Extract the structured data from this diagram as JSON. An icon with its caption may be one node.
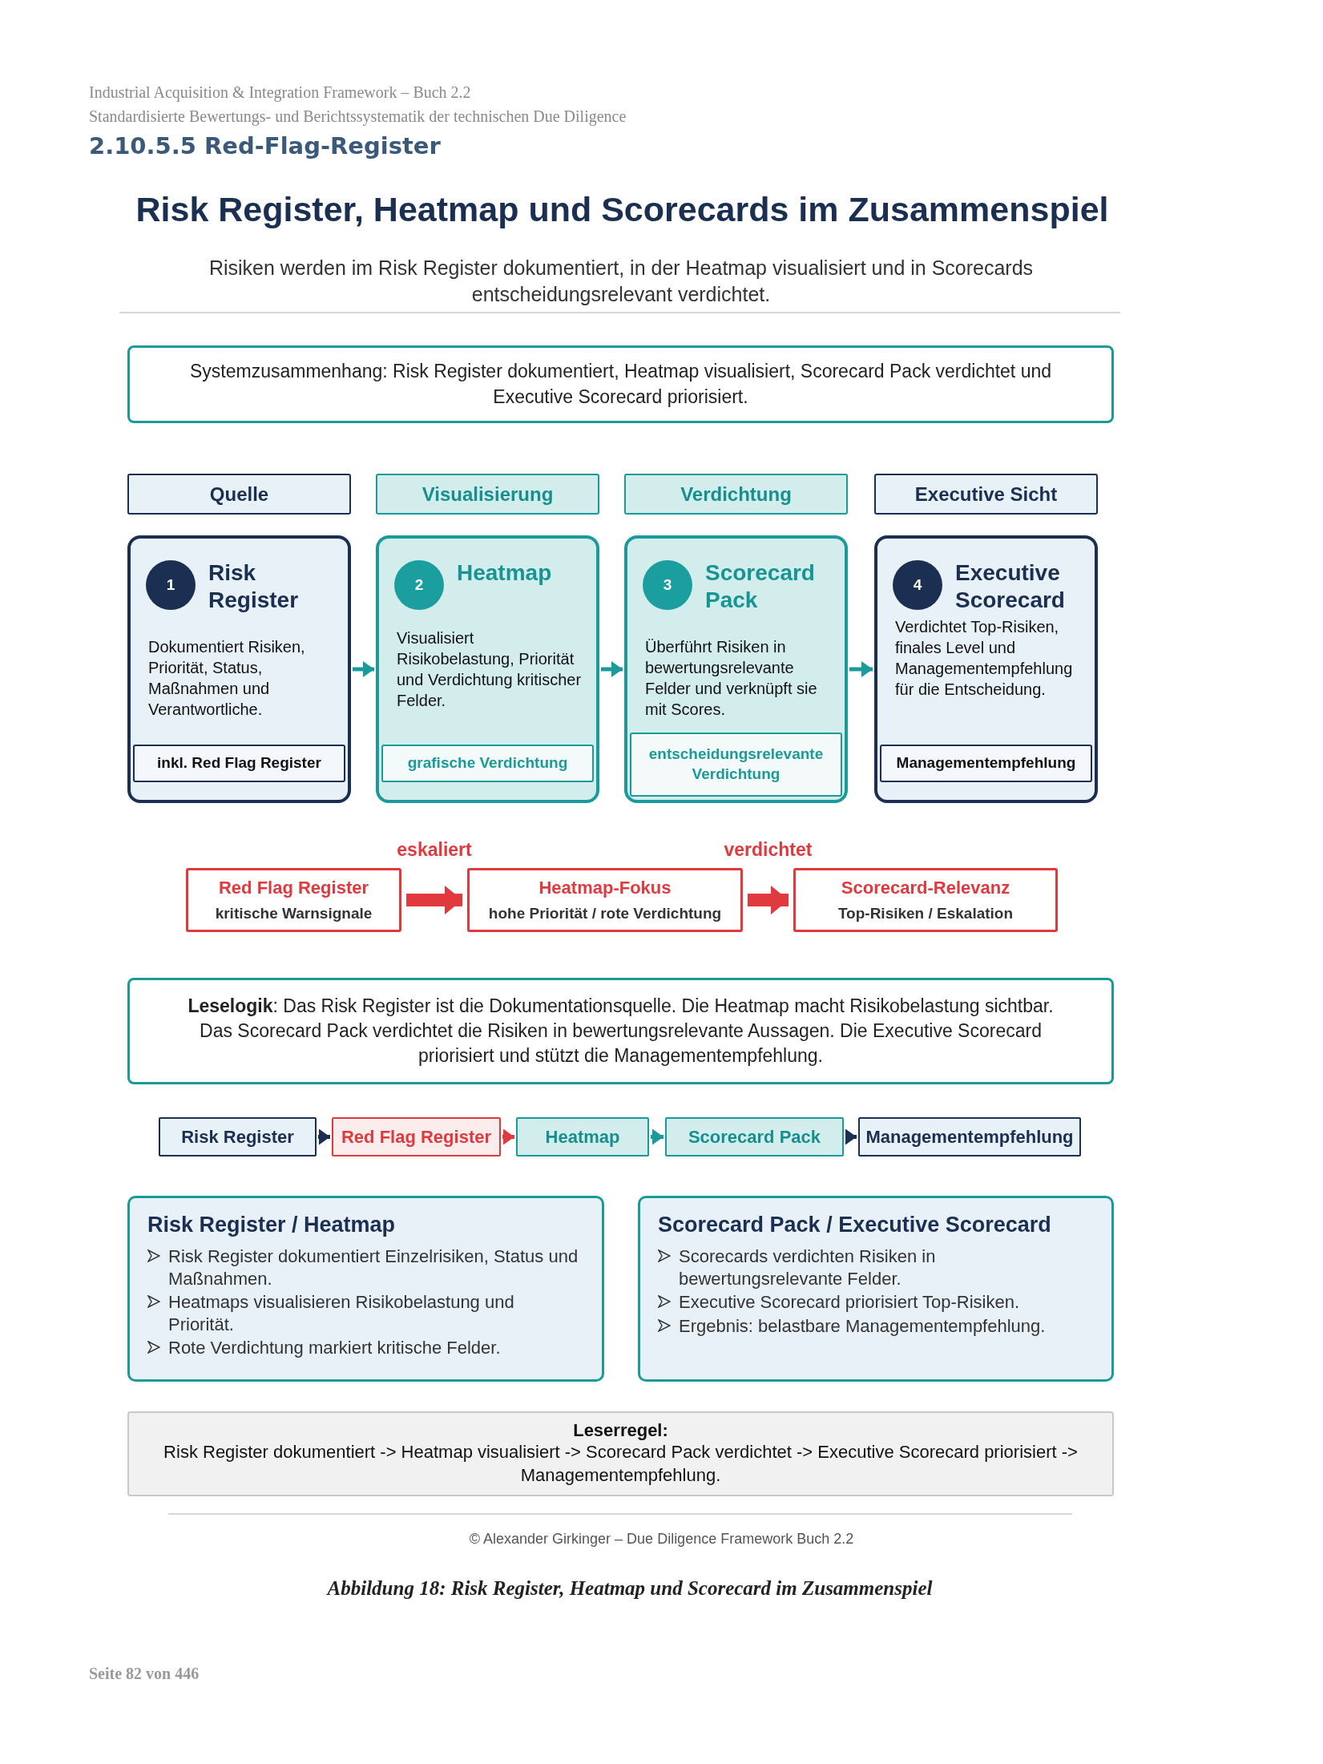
{
  "diagram": {
    "title": "Risk Register, Heatmap und Scorecards im Zusammenspiel",
    "caption": "Abbildung 18: Risk Register, Heatmap und Scorecard im Zusammenspiel",
    "nodes": [
      {
        "text": [
          "Systemzusammenhang: Risk Register dokumentiert,  Heatmap visualisiert, Scorecard Pack verdichtet und Executive Scorecard priorisiert."
        ]
      },
      {
        "text": [
          "Quelle"
        ]
      },
      {
        "text": [
          "Visualisierung"
        ]
      },
      {
        "text": [
          "Verdichtung"
        ]
      },
      {
        "text": [
          "Executive Sicht"
        ]
      },
      {
        "text": [
          "Risk Register",
          "Dokumentiert Risiken, Priorität, Status, Maßnahmen und Verantwortliche."
        ]
      },
      {
        "text": [
          "1"
        ],
        "in": 5
      },
      {
        "text": [
          "inkl. Red Flag Register"
        ],
        "in": 5
      },
      {
        "text": [
          "Heatmap",
          "Visualisiert Risikobelastung, Priorität und Verdichtung kritischer Felder."
        ]
      },
      {
        "text": [
          "2"
        ],
        "in": 8
      },
      {
        "text": [
          "grafische Verdichtung"
        ],
        "in": 8
      },
      {
        "text": [
          "Scorecard Pack",
          "Überführt Risiken in bewertungsrelevante Felder und verknüpft sie mit Scores."
        ]
      },
      {
        "text": [
          "3"
        ],
        "in": 11
      },
      {
        "text": [
          "entscheidungsrelevante Verdichtung"
        ],
        "in": 11
      },
      {
        "text": [
          "Executive Scorecard",
          "Verdichtet Top-Risiken, finales Level und Managementempfehlung für die Entscheidung."
        ]
      },
      {
        "text": [
          "4"
        ],
        "in": 14
      },
      {
        "text": [
          "Managementempfehlung"
        ],
        "in": 14
      },
      {
        "text": [
          "Red Flag Register",
          "kritische Warnsignale"
        ]
      },
      {
        "text": [
          "Heatmap-Fokus",
          "hohe Priorität / rote Verdichtung"
        ]
      },
      {
        "text": [
          "Scorecard-Relevanz",
          "Top-Risiken / Eskalation"
        ]
      },
      {
        "text": [
          "**Leselogik**: Das Risk Register ist die Dokumentationsquelle. Die  Heatmap macht Risikobelastung sichtbar. Das Scorecard Pack verdichtet die Risiken in bewertungsrelevante Aussagen. Die Executive Scorecard priorisiert und stützt die Managementempfehlung."
        ]
      },
      {
        "text": [
          "Risk Register"
        ]
      },
      {
        "text": [
          "Red Flag Register"
        ]
      },
      {
        "text": [
          "Heatmap"
        ]
      },
      {
        "text": [
          "Scorecard Pack"
        ]
      },
      {
        "text": [
          "Managementempfehlung"
        ]
      },
      {
        "text": [
          "Risk Register / Heatmap",
          "Risk Register dokumentiert Einzelrisiken, Status und Maßnahmen.",
          "Heatmaps visualisieren Risikobelastung und Priorität.",
          "Rote Verdichtung markiert kritische Felder."
        ]
      },
      {
        "text": [
          "Scorecard Pack / Executive Scorecard",
          "Scorecards verdichten Risiken in bewertungsrelevante Felder.",
          "Executive Scorecard priorisiert Top-Risiken.",
          "Ergebnis: belastbare Managementempfehlung."
        ]
      },
      {
        "text": [
          "Leserregel:",
          "Risk Register dokumentiert -> Heatmap visualisiert -> Scorecard Pack verdichtet -> Executive Scorecard priorisiert -> Managementempfehlung."
        ]
      }
    ],
    "edges": [
      {
        "from": 5,
        "to": 8,
        "arrow": "to"
      },
      {
        "from": 8,
        "to": 11,
        "arrow": "to"
      },
      {
        "from": 11,
        "to": 14,
        "arrow": "to"
      },
      {
        "from": 17,
        "to": 18,
        "arrow": "to",
        "label": "eskaliert",
        "style": "thick",
        "color": "#e0393e"
      },
      {
        "from": 18,
        "to": 19,
        "arrow": "to",
        "label": "verdichtet",
        "style": "thick",
        "color": "#e0393e"
      },
      {
        "from": 21,
        "to": 22,
        "arrow": "to",
        "color": "#1b2f52"
      },
      {
        "from": 22,
        "to": 23,
        "arrow": "to",
        "color": "#e0393e"
      },
      {
        "from": 23,
        "to": 24,
        "arrow": "to"
      },
      {
        "from": 24,
        "to": 25,
        "arrow": "to",
        "color": "#1b2f52"
      }
    ],
    "labels": [
      "Industrial Acquisition & Integration Framework – Buch 2.2",
      "Standardisierte Bewertungs- und Berichtssystematik der technischen Due Diligence",
      "2.10.5.5 Red-Flag-Register",
      "Risiken werden im Risk Register dokumentiert, in der Heatmap visualisiert und in Scorecards entscheidungsrelevant verdichtet.",
      "© Alexander Girkinger – Due Diligence Framework Buch 2.2",
      "Seite 82 von 446"
    ]
  }
}
